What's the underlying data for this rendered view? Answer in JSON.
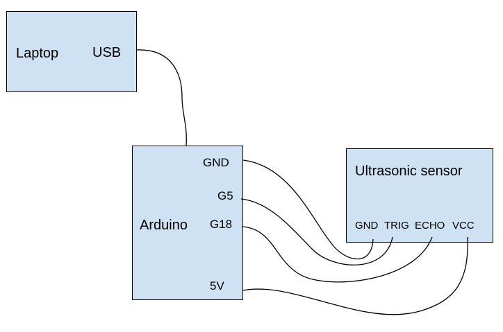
{
  "laptop": {
    "name": "Laptop",
    "port_usb": "USB"
  },
  "arduino": {
    "name": "Arduino",
    "pins": {
      "gnd": "GND",
      "g5": "G5",
      "g18": "G18",
      "v5": "5V"
    }
  },
  "sensor": {
    "name": "Ultrasonic sensor",
    "pins": {
      "gnd": "GND",
      "trig": "TRIG",
      "echo": "ECHO",
      "vcc": "VCC"
    }
  },
  "connections": [
    {
      "from": "Laptop USB",
      "to": "Arduino"
    },
    {
      "from": "GND",
      "to": "GND"
    },
    {
      "from": "G5",
      "to": "TRIG"
    },
    {
      "from": "G18",
      "to": "ECHO"
    },
    {
      "from": "5V",
      "to": "VCC"
    }
  ],
  "colors": {
    "box_fill": "#cfe2f3",
    "stroke": "#000000",
    "background": "#ffffff"
  }
}
